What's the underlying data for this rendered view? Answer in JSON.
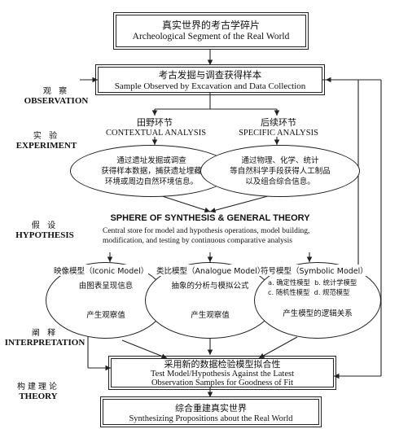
{
  "top_box": {
    "zh": "真实世界的考古学碎片",
    "en": "Archeological Segment of the Real World"
  },
  "sample_box": {
    "zh": "考古发掘与调查获得样本",
    "en": "Sample Observed by Excavation and Data Collection"
  },
  "stages": {
    "observation": {
      "zh": "观 察",
      "en": "OBSERVATION"
    },
    "experiment": {
      "zh": "实 验",
      "en": "EXPERIMENT"
    },
    "hypothesis": {
      "zh": "假 设",
      "en": "HYPOTHESIS"
    },
    "interpretation": {
      "zh": "阐 释",
      "en": "INTERPRETATION"
    },
    "theory": {
      "zh": "构建理论",
      "en": "THEORY"
    }
  },
  "contextual": {
    "zh": "田野环节",
    "en": "CONTEXTUAL ANALYSIS",
    "body": [
      "通过遗址发掘或调查",
      "获得样本数据，捕获遗址埋藏",
      "环境或周边自然环境信息。"
    ]
  },
  "specific": {
    "zh": "后续环节",
    "en": "SPECIFIC ANALYSIS",
    "body": [
      "通过物理、化学、统计",
      "等自然科学手段获得人工制品",
      "以及组合综合信息。"
    ]
  },
  "sphere": {
    "title": "SPHERE OF SYNTHESIS & GENERAL THEORY",
    "desc": [
      "Central store for model and hypothesis operations, model building,",
      "modification, and testing by continuous comparative analysis"
    ]
  },
  "models": {
    "iconic": {
      "title": "映像模型（Iconic Model）",
      "body": "由图表呈现信息",
      "out": "产生观察值"
    },
    "analogue": {
      "title": "类比模型（Analogue Model）",
      "body": "抽象的分析与模拟公式",
      "out": "产生观察值"
    },
    "symbolic": {
      "title": "符号模型（Symbolic Model）",
      "items": [
        "a. 确定性模型",
        "b. 统计学模型",
        "c. 随机性模型",
        "d. 规范模型"
      ],
      "out": "产生模型的逻辑关系"
    }
  },
  "test_box": {
    "zh": "采用新的数据检验模型拟合性",
    "en1": "Test Model/Hypothesis Against the Latest",
    "en2": "Observation Samples for Goodness of Fit"
  },
  "final_box": {
    "zh": "综合重建真实世界",
    "en": "Synthesizing Propositions about the Real World"
  }
}
